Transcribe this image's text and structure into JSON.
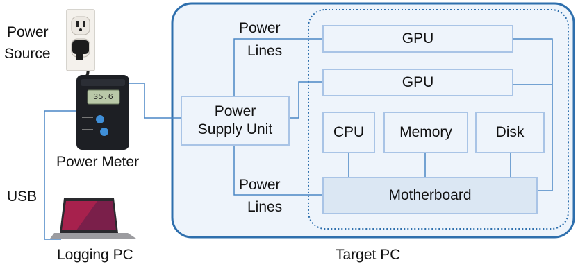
{
  "labels": {
    "power_source": [
      "Power",
      "Source"
    ],
    "power_meter": "Power Meter",
    "usb": "USB",
    "logging_pc": "Logging PC",
    "target_pc": "Target PC",
    "power_lines_top": [
      "Power",
      "Lines"
    ],
    "power_lines_bottom": [
      "Power",
      "Lines"
    ]
  },
  "components": {
    "psu": [
      "Power",
      "Supply Unit"
    ],
    "gpu1": "GPU",
    "gpu2": "GPU",
    "cpu": "CPU",
    "memory": "Memory",
    "disk": "Disk",
    "motherboard": "Motherboard"
  },
  "meter_display": "35.6",
  "colors": {
    "container_border": "#2e6fad",
    "box_border": "#a9c4e6",
    "box_fill": "#eef4fb",
    "wire": "#4a86c5",
    "motherboard_fill": "#dbe7f3"
  }
}
